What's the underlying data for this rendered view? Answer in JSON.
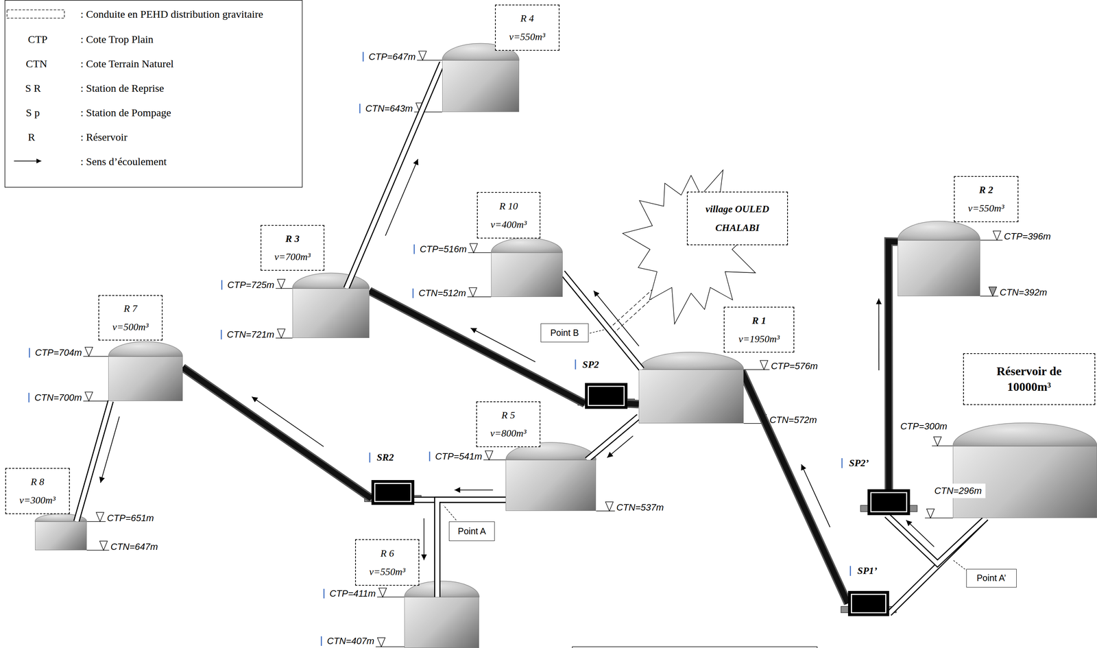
{
  "diagram": {
    "nodes": [
      {
        "text": [
          "R 4",
          "v=550m³"
        ]
      },
      {
        "text": [
          "R 10",
          "v=400m³"
        ]
      },
      {
        "text": [
          "village OULED CHALABI"
        ]
      },
      {
        "text": [
          "R 3",
          "v=700m³"
        ]
      },
      {
        "text": [
          "Point B"
        ]
      },
      {
        "text": [
          "R 7",
          "v=500m³"
        ]
      },
      {
        "text": [
          "SP2"
        ]
      },
      {
        "text": [
          "R 1",
          "v=1950m³"
        ]
      },
      {
        "text": [
          "R 2",
          "v=550m³"
        ]
      },
      {
        "text": [
          "Réservoir de 10000m³"
        ]
      },
      {
        "text": [
          "R 5",
          "v=800m³"
        ]
      },
      {
        "text": [
          "SR2"
        ]
      },
      {
        "text": [
          "SP2’"
        ]
      },
      {
        "text": [
          "Point A"
        ]
      },
      {
        "text": [
          "R 8",
          "v=300m³"
        ]
      },
      {
        "text": [
          "Point A’"
        ]
      },
      {
        "text": [
          "SP1’"
        ]
      },
      {
        "text": [
          "R 6",
          "v=550m³"
        ]
      }
    ],
    "edges": [
      {
        "from": 9,
        "to": 16,
        "arrow": "none"
      },
      {
        "from": 9,
        "to": 12,
        "arrow": "to"
      },
      {
        "from": 12,
        "to": 8,
        "arrow": "to"
      },
      {
        "from": 16,
        "to": 7,
        "arrow": "to"
      },
      {
        "from": 7,
        "to": 10,
        "arrow": "to"
      },
      {
        "from": 7,
        "to": 6,
        "arrow": "none"
      },
      {
        "from": 6,
        "to": 3,
        "arrow": "to"
      },
      {
        "from": 7,
        "to": 1,
        "arrow": "to"
      },
      {
        "from": 10,
        "to": 11,
        "arrow": "to"
      },
      {
        "from": 10,
        "to": 17,
        "arrow": "to"
      },
      {
        "from": 11,
        "to": 5,
        "arrow": "to"
      },
      {
        "from": 5,
        "to": 14,
        "arrow": "to"
      },
      {
        "from": 3,
        "to": 0,
        "arrow": "to"
      }
    ],
    "labels": [
      "CTP",
      "CTN",
      "S R",
      "S p",
      "R",
      "CTP=647m",
      "CTN=643m",
      "CTP=516m",
      "CTN=512m",
      "CTP=725m",
      "CTN=721m",
      "CTP=704m",
      "CTN=700m",
      "CTP=576m",
      "CTN=572m",
      "CTP=396m",
      "CTN=392m",
      "CTP=300m",
      "CTN=296m",
      "CTP=541m",
      "CTN=537m",
      "CTP=651m",
      "CTN=647m",
      "CTP=411m",
      "CTN=407m"
    ],
    "legend": [
      {
        "text": ": Conduite en PEHD distribution gravitaire"
      },
      {
        "text": ": Cote Trop Plain"
      },
      {
        "text": ": Cote Terrain Naturel"
      },
      {
        "text": ": Station de Reprise"
      },
      {
        "text": ": Station de Pompage"
      },
      {
        "text": ": Réservoir"
      },
      {
        "text": ": Sens d’écoulement"
      }
    ]
  }
}
